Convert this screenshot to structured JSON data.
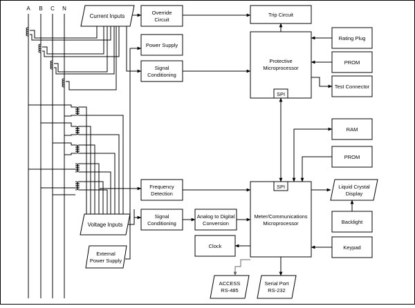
{
  "phases": [
    "A",
    "B",
    "C",
    "N"
  ],
  "blocks": {
    "current_inputs": "Current Inputs",
    "voltage_inputs": "Voltage Inputs",
    "external_power_1": "External",
    "external_power_2": "Power Supply",
    "override_1": "Override",
    "override_2": "Circuit",
    "power_supply": "Power Supply",
    "signal_cond_1": "Signal",
    "signal_cond_2": "Conditioning",
    "freq_1": "Frequency",
    "freq_2": "Detection",
    "signal_cond_b_1": "Signal",
    "signal_cond_b_2": "Conditioning",
    "adc_1": "Analog to Digital",
    "adc_2": "Conversion",
    "clock": "Clock",
    "trip_circuit": "Trip Circuit",
    "protective_1": "Protective",
    "protective_2": "Microprocessor",
    "spi_top": "SPI",
    "spi_bottom": "SPI",
    "meter_1": "Meter/Communications",
    "meter_2": "Microprocessor",
    "rating_plug": "Rating Plug",
    "prom_top": "PROM",
    "test_connector": "Test Connector",
    "ram": "RAM",
    "prom_bottom": "PROM",
    "lcd_1": "Liquid Crystal",
    "lcd_2": "Display",
    "backlight": "Backlight",
    "keypad": "Keypad",
    "access_1": "ACCESS",
    "access_2": "RS-485",
    "serial_1": "Serial Port",
    "serial_2": "RS-232"
  }
}
